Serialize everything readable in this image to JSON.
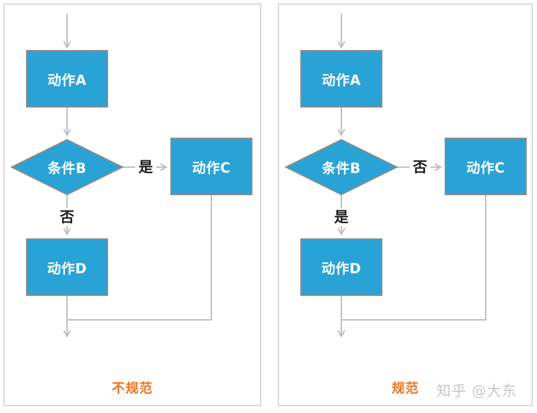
{
  "colors": {
    "node_fill": "#29A3D5",
    "node_border": "#8C8C8C",
    "line": "#BDBDBD",
    "branch_label_text": "#1A1A1A",
    "node_text": "#FFFFFF",
    "caption": "#F3721E",
    "watermark": "#C7C7C7",
    "panel_border": "#D9D9D9",
    "background": "#FFFFFF"
  },
  "panels": [
    {
      "caption": "不规范",
      "nodes": {
        "action_a": "动作A",
        "condition_b": "条件B",
        "action_c": "动作C",
        "action_d": "动作D"
      },
      "branch_right_label": "是",
      "branch_down_label": "否"
    },
    {
      "caption": "规范",
      "nodes": {
        "action_a": "动作A",
        "condition_b": "条件B",
        "action_c": "动作C",
        "action_d": "动作D"
      },
      "branch_right_label": "否",
      "branch_down_label": "是"
    }
  ],
  "watermark": "知乎 @大东"
}
